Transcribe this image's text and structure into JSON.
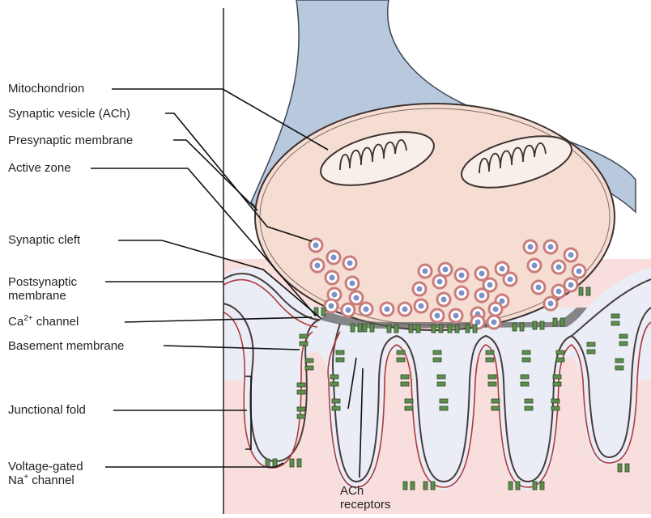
{
  "labels": {
    "mitochondrion": "Mitochondrion",
    "synaptic_vesicle": "Synaptic vesicle (ACh)",
    "presynaptic_membrane": "Presynaptic membrane",
    "active_zone": "Active zone",
    "synaptic_cleft": "Synaptic cleft",
    "postsynaptic_line1": "Postsynaptic",
    "postsynaptic_line2": "membrane",
    "ca_channel_prefix": "Ca",
    "ca_channel_sup": "2+",
    "ca_channel_suffix": " channel",
    "basement_membrane": "Basement membrane",
    "junctional_fold": "Junctional fold",
    "voltage_gated_line1": "Voltage-gated",
    "na_prefix": "Na",
    "na_sup": "+",
    "na_suffix": " channel",
    "ach_receptors_line1": "ACh",
    "ach_receptors_line2": "receptors"
  },
  "colors": {
    "axon": "#b8c9dd",
    "terminal": "#f6ddd2",
    "cleft": "#eaedf5",
    "muscle": "#f9dede",
    "vesicle_ring": "#c97d7d",
    "vesicle_core": "#7c93c9",
    "channel": "#5e8f4e",
    "membrane_red": "#b03a3a"
  }
}
